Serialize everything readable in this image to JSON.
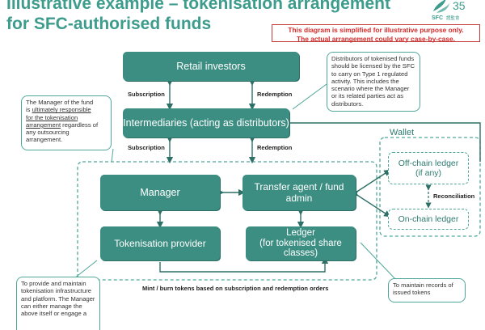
{
  "title": {
    "line1": "Illustrative example – tokenisation arrangement",
    "line2": "for SFC-authorised funds"
  },
  "disclaimer": {
    "line1": "This diagram is simplified for illustrative purpose only.",
    "line2": "The actual arrangement could vary case-by-case."
  },
  "logo": {
    "text": "SFC",
    "number": "35",
    "sub": "證監會"
  },
  "boxes": {
    "retail": "Retail investors",
    "intermediaries": "Intermediaries (acting as distributors)",
    "manager": "Manager",
    "transfer_agent_l1": "Transfer agent / fund",
    "transfer_agent_l2": "admin",
    "tokenisation": "Tokenisation provider",
    "ledger_l1": "Ledger",
    "ledger_l2": "(for tokenised share",
    "ledger_l3": "classes)"
  },
  "wallet": {
    "title": "Wallet",
    "offchain_l1": "Off-chain ledger",
    "offchain_l2": "(if any)",
    "onchain": "On-chain ledger",
    "reconciliation": "Reconciliation"
  },
  "labels": {
    "subscription": "Subscription",
    "redemption": "Redemption",
    "mint": "Mint / burn tokens based on subscription and redemption orders"
  },
  "notes": {
    "manager_a": "The Manager of the fund",
    "manager_b": "is ",
    "manager_u1": "ultimately responsible",
    "manager_u2": "for the tokenisation",
    "manager_u3": "arrangement",
    "manager_c": " regardless of any outsourcing arrangement.",
    "distributors": "Distributors of tokenised funds should be licensed by the SFC to carry on Type 1 regulated activity. This includes the scenario where the Manager or its related parties act as distributors.",
    "tokenisation": "To provide and maintain tokenisation infrastructure and platform. The Manager can either manage the above itself or engage a",
    "records": "To maintain records of issued tokens"
  },
  "colors": {
    "teal": "#3d8e82",
    "title": "#3e9c8d",
    "red": "#d62a2a"
  }
}
